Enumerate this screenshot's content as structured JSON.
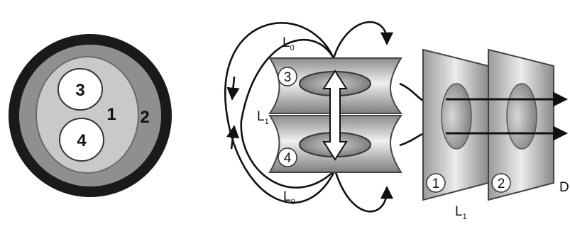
{
  "cross_section": {
    "region_labels": [
      "3",
      "4",
      "1",
      "2"
    ]
  },
  "device": {
    "electrode_labels": [
      "3",
      "4",
      "1",
      "2"
    ],
    "field_labels": {
      "top": {
        "main": "L",
        "sub": "0"
      },
      "middle": {
        "main": "L",
        "sub": "1"
      },
      "bottom": {
        "main": "L",
        "sub": "0"
      },
      "plates": {
        "main": "L",
        "sub": "1"
      }
    },
    "edge_label": "D"
  },
  "colors": {
    "outer_ring": "#1a1a1a",
    "ring_2": "#8f8f8f",
    "region_1": "#c9c9c9",
    "inner_circles": "#ffffff",
    "metal_light": "#e6e6e6",
    "metal_dark": "#7a7a7a",
    "lines": "#111111"
  }
}
